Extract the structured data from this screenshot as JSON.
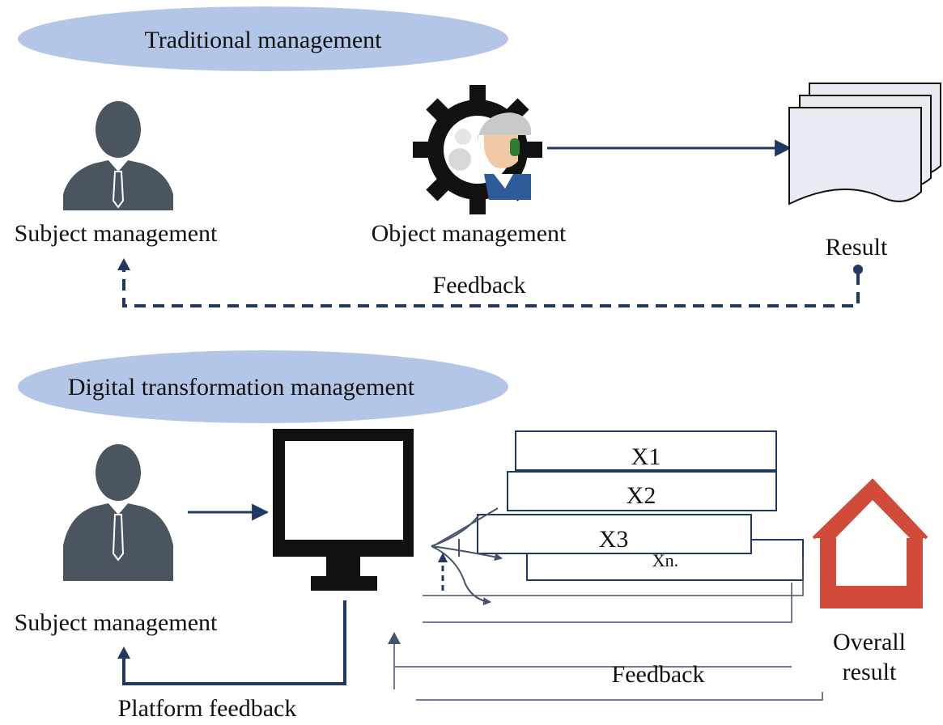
{
  "colors": {
    "pill": "#b4c6e7",
    "arrow": "#1f3864",
    "person": "#4a555f",
    "house": "#d04b3a",
    "paper": "#e8ecf2",
    "thinline": "#44546a"
  },
  "traditional": {
    "title": "Traditional management",
    "subject_label": "Subject management",
    "object_label": "Object management",
    "result_label": "Result",
    "feedback_label": "Feedback",
    "icons": [
      "person-icon",
      "gear-worker-icon",
      "documents-stack-icon"
    ]
  },
  "digital": {
    "title": "Digital transformation management",
    "subject_label": "Subject management",
    "platform_feedback_label": "Platform feedback",
    "feedback_label": "Feedback",
    "overall_result_line1": "Overall",
    "overall_result_line2": "result",
    "boxes": [
      "X1",
      "X2",
      "X3",
      "Xn."
    ],
    "icons": [
      "person-icon",
      "computer-monitor-icon",
      "house-icon"
    ]
  }
}
